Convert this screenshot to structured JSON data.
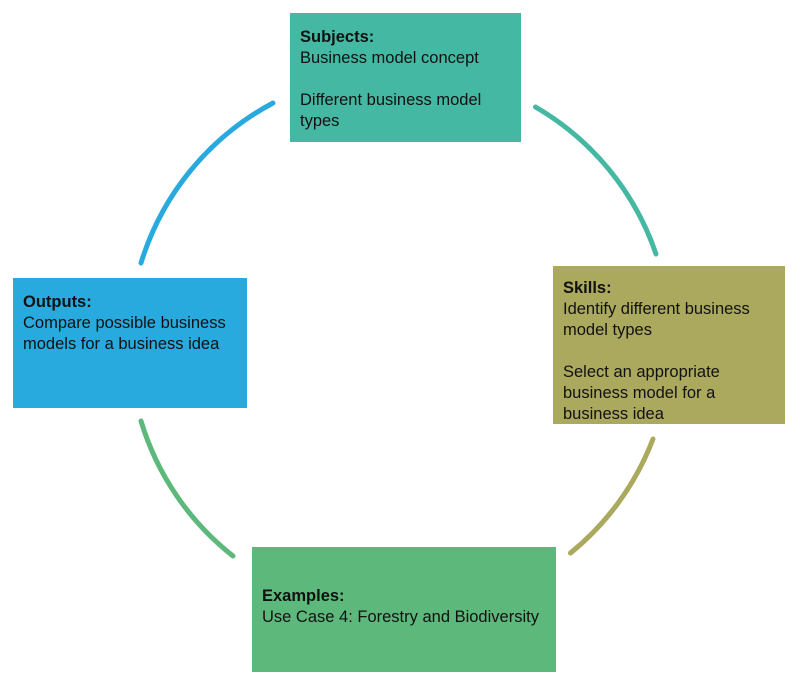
{
  "colors": {
    "subjects_box": "#44B8A2",
    "skills_box": "#ABA95E",
    "examples_box": "#5DB97B",
    "outputs_box": "#29AADF",
    "arc_top_left": "#29AADF",
    "arc_top_right": "#44B8A2",
    "arc_bottom_right": "#ABA95E",
    "arc_bottom_left": "#5DB97B"
  },
  "boxes": {
    "subjects": {
      "title": "Subjects:",
      "body": "Business model concept\n\nDifferent business model types"
    },
    "skills": {
      "title": "Skills:",
      "body": "Identify different business model types\n\nSelect an appropriate business model for a business idea"
    },
    "examples": {
      "title": "Examples:",
      "body": "Use Case 4: Forestry and Biodiversity"
    },
    "outputs": {
      "title": "Outputs:",
      "body": "Compare possible business models for a business idea"
    }
  }
}
